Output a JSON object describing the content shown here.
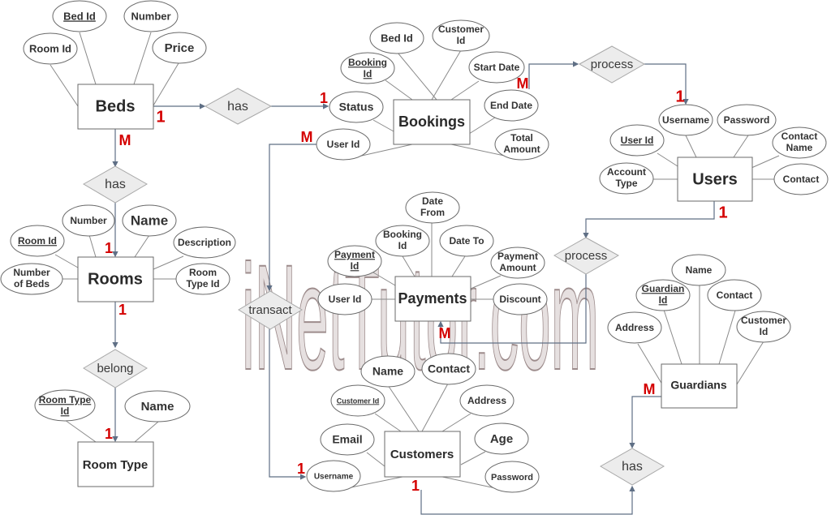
{
  "watermark": "iNetTutor.com",
  "colors": {
    "cardinality": "#d40000",
    "relationship_fill": "#ececec",
    "line": "#5f6f85",
    "watermark": "#b8a8a8"
  },
  "entities": {
    "beds": "Beds",
    "rooms": "Rooms",
    "room_type": "Room Type",
    "bookings": "Bookings",
    "users": "Users",
    "payments": "Payments",
    "customers": "Customers",
    "guardians": "Guardians"
  },
  "relationships": {
    "beds_has_bookings": "has",
    "beds_has_rooms": "has",
    "rooms_belong_roomtype": "belong",
    "bookings_process_users": "process",
    "users_process_payments": "process",
    "transact": "transact",
    "guardians_has_customers": "has"
  },
  "attributes": {
    "beds": {
      "bed_id": "Bed Id",
      "number": "Number",
      "room_id": "Room Id",
      "price": "Price"
    },
    "rooms": {
      "number": "Number",
      "name": "Name",
      "room_id": "Room Id",
      "description": "Description",
      "number_of_beds_1": "Number",
      "number_of_beds_2": "of Beds",
      "room_type_id_1": "Room",
      "room_type_id_2": "Type Id"
    },
    "room_type": {
      "room_type_id_1": "Room Type",
      "room_type_id_2": "Id",
      "name": "Name"
    },
    "bookings": {
      "bed_id": "Bed Id",
      "customer_id_1": "Customer",
      "customer_id_2": "Id",
      "booking_id_1": "Booking",
      "booking_id_2": "Id",
      "start_date": "Start Date",
      "status": "Status",
      "end_date": "End Date",
      "user_id": "User Id",
      "total_amount_1": "Total",
      "total_amount_2": "Amount"
    },
    "users": {
      "username": "Username",
      "password": "Password",
      "user_id": "User Id",
      "contact_name_1": "Contact",
      "contact_name_2": "Name",
      "account_type_1": "Account",
      "account_type_2": "Type",
      "contact": "Contact"
    },
    "payments": {
      "date_from_1": "Date",
      "date_from_2": "From",
      "booking_id_1": "Booking",
      "booking_id_2": "Id",
      "date_to": "Date To",
      "payment_id_1": "Payment",
      "payment_id_2": "Id",
      "payment_amount_1": "Payment",
      "payment_amount_2": "Amount",
      "user_id": "User Id",
      "discount": "Discount"
    },
    "customers": {
      "name": "Name",
      "contact": "Contact",
      "customer_id": "Customer Id",
      "address": "Address",
      "email": "Email",
      "age": "Age",
      "username": "Username",
      "password": "Password"
    },
    "guardians": {
      "name": "Name",
      "guardian_id_1": "Guardian",
      "guardian_id_2": "Id",
      "contact": "Contact",
      "address": "Address",
      "customer_id_1": "Customer",
      "customer_id_2": "Id"
    }
  },
  "cardinalities": {
    "beds_to_has": "1",
    "beds_to_rooms": "M",
    "bookings_status": "1",
    "bookings_userid": "M",
    "bookings_process": "M",
    "users_username": "1",
    "users_bottom": "1",
    "rooms_top": "1",
    "rooms_bottom": "1",
    "roomtype_top": "1",
    "payments_bottom": "M",
    "customers_username": "1",
    "customers_bottom": "1",
    "guardians_left": "M"
  }
}
